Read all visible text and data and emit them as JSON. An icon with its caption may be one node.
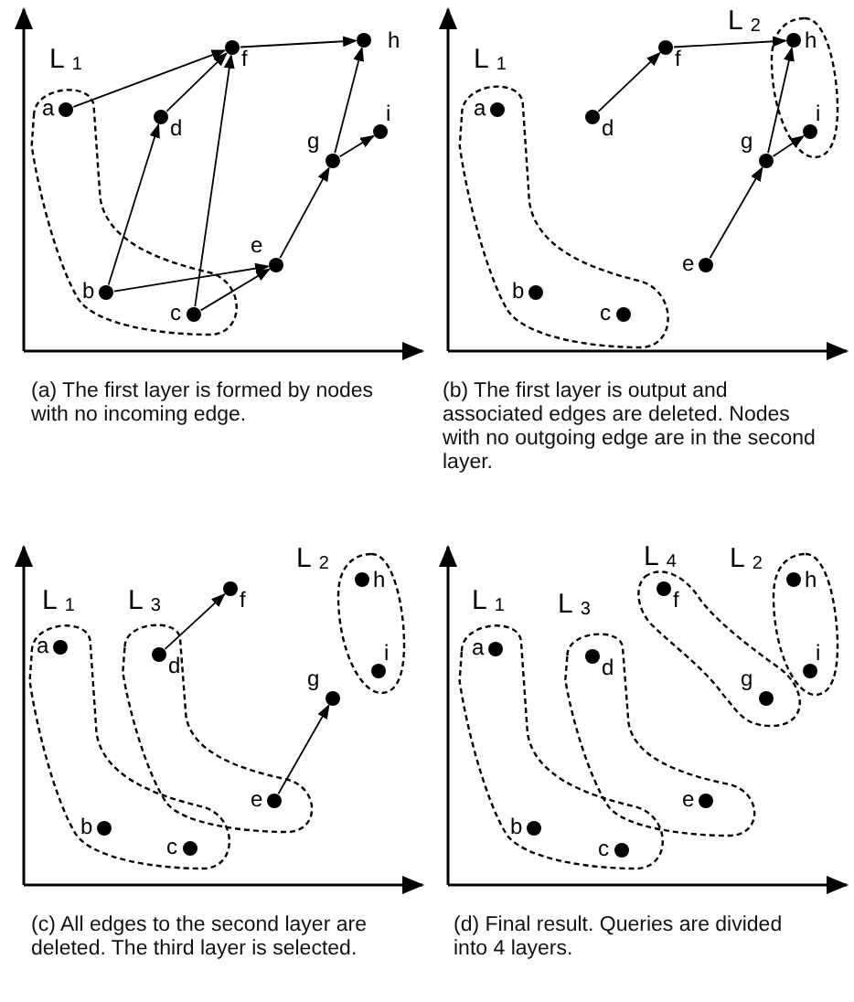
{
  "diagram": {
    "nodes": [
      {
        "text": [
          "L$_{1}$"
        ]
      },
      {
        "text": [],
        "shape": "circle",
        "beside": [
          "a"
        ],
        "in": 0
      },
      {
        "text": [],
        "shape": "circle",
        "beside": [
          "b"
        ],
        "in": 0
      },
      {
        "text": [],
        "shape": "circle",
        "beside": [
          "c"
        ],
        "in": 0
      },
      {
        "text": [],
        "shape": "circle",
        "beside": [
          "d"
        ]
      },
      {
        "text": [],
        "shape": "circle",
        "beside": [
          "e"
        ]
      },
      {
        "text": [],
        "shape": "circle",
        "beside": [
          "f"
        ]
      },
      {
        "text": [],
        "shape": "circle",
        "beside": [
          "g"
        ]
      },
      {
        "text": [],
        "shape": "circle",
        "beside": [
          "h"
        ]
      },
      {
        "text": [],
        "shape": "circle",
        "beside": [
          "i"
        ]
      },
      {
        "text": [
          "L$_{1}$"
        ]
      },
      {
        "text": [],
        "shape": "circle",
        "beside": [
          "a"
        ],
        "in": 10
      },
      {
        "text": [],
        "shape": "circle",
        "beside": [
          "b"
        ],
        "in": 10
      },
      {
        "text": [],
        "shape": "circle",
        "beside": [
          "c"
        ],
        "in": 10
      },
      {
        "text": [],
        "shape": "circle",
        "beside": [
          "d"
        ]
      },
      {
        "text": [],
        "shape": "circle",
        "beside": [
          "e"
        ]
      },
      {
        "text": [],
        "shape": "circle",
        "beside": [
          "f"
        ]
      },
      {
        "text": [],
        "shape": "circle",
        "beside": [
          "g"
        ]
      },
      {
        "text": [
          "L$_{2}$"
        ]
      },
      {
        "text": [],
        "shape": "circle",
        "beside": [
          "h"
        ],
        "in": 18
      },
      {
        "text": [],
        "shape": "circle",
        "beside": [
          "i"
        ],
        "in": 18
      },
      {
        "text": [
          "L$_{1}$"
        ]
      },
      {
        "text": [],
        "shape": "circle",
        "beside": [
          "a"
        ],
        "in": 21
      },
      {
        "text": [],
        "shape": "circle",
        "beside": [
          "b"
        ],
        "in": 21
      },
      {
        "text": [],
        "shape": "circle",
        "beside": [
          "c"
        ],
        "in": 21
      },
      {
        "text": [
          "L$_{3}$"
        ]
      },
      {
        "text": [],
        "shape": "circle",
        "beside": [
          "d"
        ],
        "in": 25
      },
      {
        "text": [],
        "shape": "circle",
        "beside": [
          "e"
        ],
        "in": 25
      },
      {
        "text": [],
        "shape": "circle",
        "beside": [
          "f"
        ]
      },
      {
        "text": [],
        "shape": "circle",
        "beside": [
          "g"
        ]
      },
      {
        "text": [
          "L$_{2}$"
        ]
      },
      {
        "text": [],
        "shape": "circle",
        "beside": [
          "h"
        ],
        "in": 30
      },
      {
        "text": [],
        "shape": "circle",
        "beside": [
          "i"
        ],
        "in": 30
      },
      {
        "text": [
          "L$_{1}$"
        ]
      },
      {
        "text": [],
        "shape": "circle",
        "beside": [
          "a"
        ],
        "in": 33
      },
      {
        "text": [],
        "shape": "circle",
        "beside": [
          "b"
        ],
        "in": 33
      },
      {
        "text": [],
        "shape": "circle",
        "beside": [
          "c"
        ],
        "in": 33
      },
      {
        "text": [
          "L$_{3}$"
        ]
      },
      {
        "text": [],
        "shape": "circle",
        "beside": [
          "d"
        ],
        "in": 37
      },
      {
        "text": [],
        "shape": "circle",
        "beside": [
          "e"
        ],
        "in": 37
      },
      {
        "text": [
          "L$_{4}$"
        ]
      },
      {
        "text": [],
        "shape": "circle",
        "beside": [
          "f"
        ],
        "in": 40
      },
      {
        "text": [],
        "shape": "circle",
        "beside": [
          "g"
        ],
        "in": 40
      },
      {
        "text": [
          "L$_{2}$"
        ]
      },
      {
        "text": [],
        "shape": "circle",
        "beside": [
          "h"
        ],
        "in": 43
      },
      {
        "text": [],
        "shape": "circle",
        "beside": [
          "i"
        ],
        "in": 43
      }
    ],
    "edges": [
      {
        "from": 1,
        "to": 6,
        "arrow": "to"
      },
      {
        "from": 6,
        "to": 8,
        "arrow": "to"
      },
      {
        "from": 2,
        "to": 4,
        "arrow": "to"
      },
      {
        "from": 4,
        "to": 6,
        "arrow": "to"
      },
      {
        "from": 2,
        "to": 5,
        "arrow": "to"
      },
      {
        "from": 3,
        "to": 6,
        "arrow": "to"
      },
      {
        "from": 3,
        "to": 5,
        "arrow": "to"
      },
      {
        "from": 5,
        "to": 7,
        "arrow": "to"
      },
      {
        "from": 7,
        "to": 8,
        "arrow": "to"
      },
      {
        "from": 7,
        "to": 9,
        "arrow": "to"
      },
      {
        "from": 14,
        "to": 16,
        "arrow": "to"
      },
      {
        "from": 16,
        "to": 19,
        "arrow": "to"
      },
      {
        "from": 15,
        "to": 17,
        "arrow": "to"
      },
      {
        "from": 17,
        "to": 19,
        "arrow": "to"
      },
      {
        "from": 17,
        "to": 20,
        "arrow": "to"
      },
      {
        "from": 26,
        "to": 28,
        "arrow": "to"
      },
      {
        "from": 27,
        "to": 29,
        "arrow": "to"
      }
    ],
    "labels": [
      "(a) The first layer is formed by nodes with no incoming edge.",
      "(b) The first layer is output and associated edges are deleted. Nodes with no outgoing edge are in the second layer.",
      "(c) All edges to the second layer are deleted. The third layer is selected.",
      "(d) Final result. Queries are divided into 4 layers."
    ]
  }
}
